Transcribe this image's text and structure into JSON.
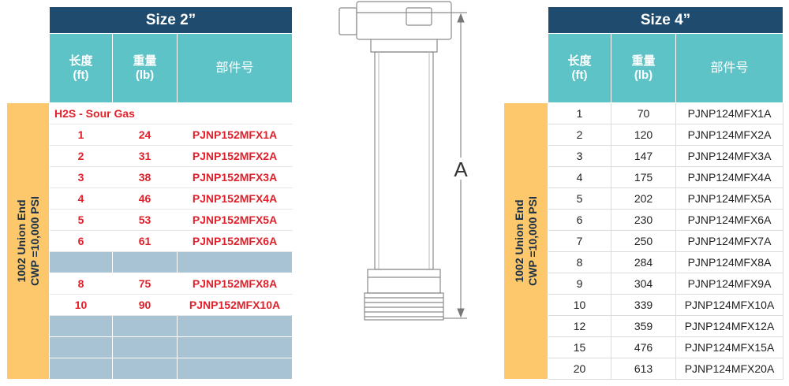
{
  "left_table": {
    "title": "Size 2”",
    "headers": [
      "长度\n(ft)",
      "重量\n(lb)",
      "部件号"
    ],
    "section_label": "H2S - Sour Gas",
    "side_label_line1": "1002 Union End",
    "side_label_line2": "CWP =10,000 PSI",
    "rows": [
      {
        "length": "1",
        "weight": "24",
        "part": "PJNP152MFX1A"
      },
      {
        "length": "2",
        "weight": "31",
        "part": "PJNP152MFX2A"
      },
      {
        "length": "3",
        "weight": "38",
        "part": "PJNP152MFX3A"
      },
      {
        "length": "4",
        "weight": "46",
        "part": "PJNP152MFX4A"
      },
      {
        "length": "5",
        "weight": "53",
        "part": "PJNP152MFX5A"
      },
      {
        "length": "6",
        "weight": "61",
        "part": "PJNP152MFX6A"
      },
      {
        "length": "",
        "weight": "",
        "part": ""
      },
      {
        "length": "8",
        "weight": "75",
        "part": "PJNP152MFX8A"
      },
      {
        "length": "10",
        "weight": "90",
        "part": "PJNP152MFX10A"
      },
      {
        "length": "",
        "weight": "",
        "part": ""
      },
      {
        "length": "",
        "weight": "",
        "part": ""
      },
      {
        "length": "",
        "weight": "",
        "part": ""
      }
    ]
  },
  "drawing": {
    "dimension_label": "A"
  },
  "right_table": {
    "title": "Size 4”",
    "headers": [
      "长度\n(ft)",
      "重量\n(lb)",
      "部件号"
    ],
    "side_label_line1": "1002 Union End",
    "side_label_line2": "CWP =10,000 PSI",
    "rows": [
      {
        "length": "1",
        "weight": "70",
        "part": "PJNP124MFX1A"
      },
      {
        "length": "2",
        "weight": "120",
        "part": "PJNP124MFX2A"
      },
      {
        "length": "3",
        "weight": "147",
        "part": "PJNP124MFX3A"
      },
      {
        "length": "4",
        "weight": "175",
        "part": "PJNP124MFX4A"
      },
      {
        "length": "5",
        "weight": "202",
        "part": "PJNP124MFX5A"
      },
      {
        "length": "6",
        "weight": "230",
        "part": "PJNP124MFX6A"
      },
      {
        "length": "7",
        "weight": "250",
        "part": "PJNP124MFX7A"
      },
      {
        "length": "8",
        "weight": "284",
        "part": "PJNP124MFX8A"
      },
      {
        "length": "9",
        "weight": "304",
        "part": "PJNP124MFX9A"
      },
      {
        "length": "10",
        "weight": "339",
        "part": "PJNP124MFX10A"
      },
      {
        "length": "12",
        "weight": "359",
        "part": "PJNP124MFX12A"
      },
      {
        "length": "15",
        "weight": "476",
        "part": "PJNP124MFX15A"
      },
      {
        "length": "20",
        "weight": "613",
        "part": "PJNP124MFX20A"
      }
    ]
  },
  "colors": {
    "title_bg": "#1e4b6e",
    "header_bg": "#5ec3c7",
    "side_bg": "#fcc86b",
    "empty_bg": "#a8c4d4",
    "red_text": "#e0202a"
  }
}
